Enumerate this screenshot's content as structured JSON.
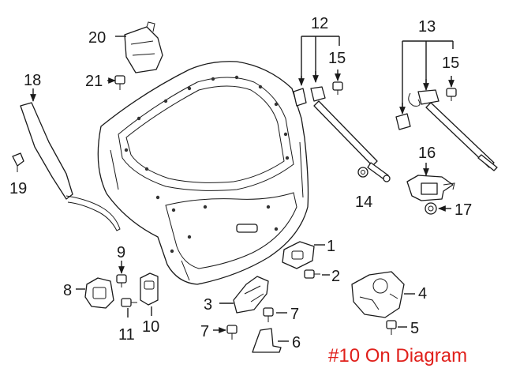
{
  "callouts": {
    "c1": "1",
    "c2": "2",
    "c3": "3",
    "c4": "4",
    "c5": "5",
    "c6": "6",
    "c7a": "7",
    "c7b": "7",
    "c8": "8",
    "c9": "9",
    "c10": "10",
    "c11": "11",
    "c12": "12",
    "c13": "13",
    "c14": "14",
    "c15a": "15",
    "c15b": "15",
    "c16": "16",
    "c17": "17",
    "c18": "18",
    "c19": "19",
    "c20": "20",
    "c21": "21"
  },
  "footnote": "#10 On Diagram",
  "colors": {
    "footnote": "#e0201b",
    "line": "#1a1a1a"
  }
}
